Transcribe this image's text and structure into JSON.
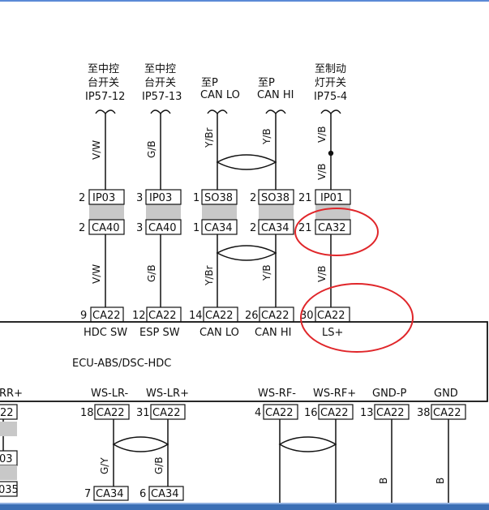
{
  "destinations": [
    {
      "id": "d1",
      "lines": [
        "至中控",
        "台开关",
        "IP57-12"
      ]
    },
    {
      "id": "d2",
      "lines": [
        "至中控",
        "台开关",
        "IP57-13"
      ]
    },
    {
      "id": "d3",
      "lines": [
        "至P",
        "CAN LO"
      ]
    },
    {
      "id": "d4",
      "lines": [
        "至P",
        "CAN HI"
      ]
    },
    {
      "id": "d5",
      "lines": [
        "至制动",
        "灯开关",
        "IP75-4"
      ]
    }
  ],
  "top_wire_colors": [
    "V/W",
    "G/B",
    "Y/Br",
    "Y/B",
    "V/B",
    "V/B"
  ],
  "upper_connectors": [
    {
      "pin": "2",
      "name": "IP03"
    },
    {
      "pin": "3",
      "name": "IP03"
    },
    {
      "pin": "1",
      "name": "SO38"
    },
    {
      "pin": "2",
      "name": "SO38"
    },
    {
      "pin": "21",
      "name": "IP01"
    }
  ],
  "lower_connectors": [
    {
      "pin": "2",
      "name": "CA40"
    },
    {
      "pin": "3",
      "name": "CA40"
    },
    {
      "pin": "1",
      "name": "CA34"
    },
    {
      "pin": "2",
      "name": "CA34"
    },
    {
      "pin": "21",
      "name": "CA32"
    }
  ],
  "mid_wire_colors": [
    "V/W",
    "G/B",
    "Y/Br",
    "Y/B",
    "V/B"
  ],
  "ecu_top_pins": [
    {
      "pin": "9",
      "name": "CA22",
      "label": "HDC SW"
    },
    {
      "pin": "12",
      "name": "CA22",
      "label": "ESP SW"
    },
    {
      "pin": "14",
      "name": "CA22",
      "label": "CAN LO"
    },
    {
      "pin": "26",
      "name": "CA22",
      "label": "CAN HI"
    },
    {
      "pin": "30",
      "name": "CA22",
      "label": "LS+"
    }
  ],
  "ecu_name": "ECU-ABS/DSC-HDC",
  "ecu_bottom_labels": [
    "RR+",
    "WS-LR-",
    "WS-LR+",
    "WS-RF-",
    "WS-RF+",
    "GND-P",
    "GND"
  ],
  "ecu_bottom_pins": [
    {
      "pin": "",
      "name": "22"
    },
    {
      "pin": "18",
      "name": "CA22"
    },
    {
      "pin": "31",
      "name": "CA22"
    },
    {
      "pin": "4",
      "name": "CA22"
    },
    {
      "pin": "16",
      "name": "CA22"
    },
    {
      "pin": "13",
      "name": "CA22"
    },
    {
      "pin": "38",
      "name": "CA22"
    }
  ],
  "bottom_wire_colors": [
    "G/Y",
    "G/B",
    "B",
    "B"
  ],
  "bottom_connectors": [
    {
      "pin": "7",
      "name": "CA34"
    },
    {
      "pin": "6",
      "name": "CA34"
    }
  ],
  "left_partial_labels": [
    "03",
    "035"
  ],
  "colors": {
    "line": "#111111",
    "highlight": "#e0262a",
    "shade": "#c8c8c8",
    "blue_bar": "#3b6fb5"
  }
}
